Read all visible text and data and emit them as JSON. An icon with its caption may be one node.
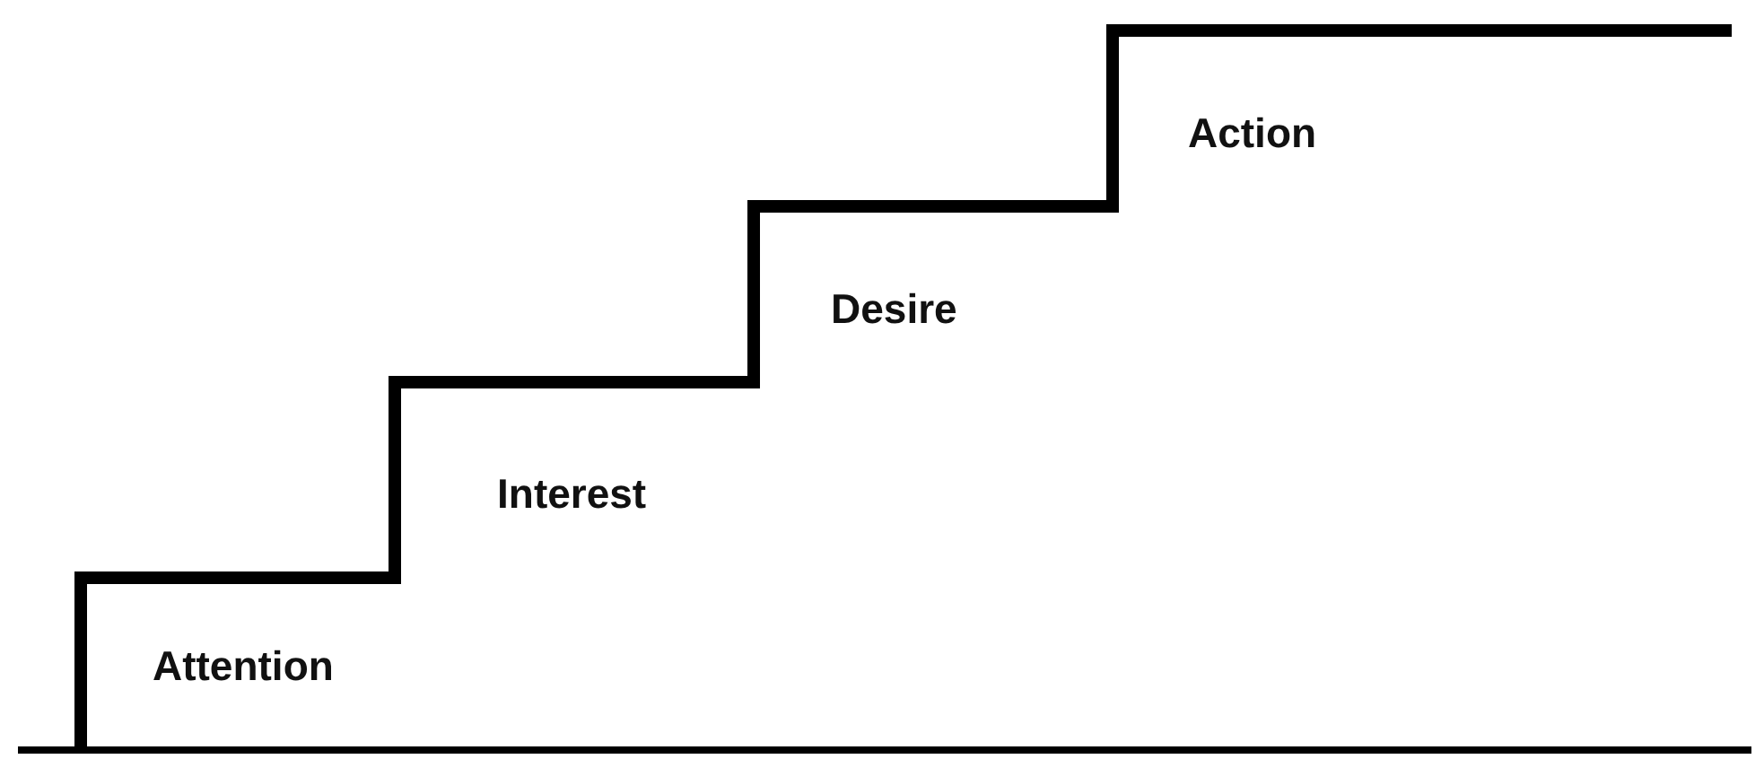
{
  "diagram": {
    "labels": [
      "Attention",
      "Interest",
      "Desire",
      "Action"
    ]
  }
}
